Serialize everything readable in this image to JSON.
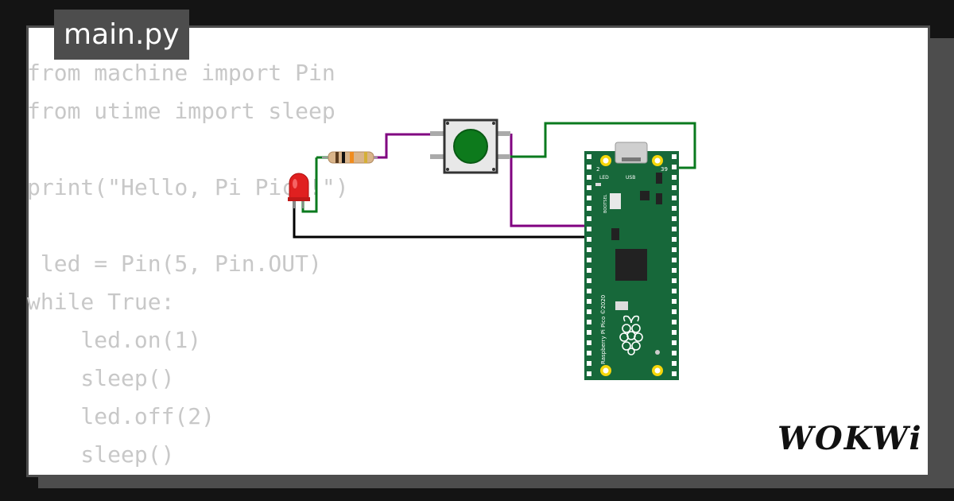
{
  "tab": {
    "filename": "main.py"
  },
  "code": {
    "lines": [
      "from machine import Pin",
      "from utime import sleep",
      "",
      "print(\"Hello, Pi Pico!\")",
      "",
      " led = Pin(5, Pin.OUT)",
      "while True:",
      "    led.on(1)",
      "    sleep()",
      "    led.off(2)",
      "    sleep()"
    ]
  },
  "board": {
    "pin_label_left": "2",
    "pin_label_right": "39",
    "led_label": "LED",
    "usb_label": "USB",
    "bootsel_label": "BOOTSEL",
    "silkscreen": "Raspberry Pi Pico ©2020"
  },
  "colors": {
    "board": "#17683a",
    "wire_purple": "#800080",
    "wire_green": "#0a7a1e",
    "wire_black": "#000000",
    "button_cap": "#0d7a1c",
    "led_red": "#e02020"
  },
  "icons": {
    "led": "red-led-icon",
    "resistor": "resistor-icon",
    "pushbutton": "pushbutton-icon",
    "raspberry": "raspberry-logo-icon"
  },
  "logo": {
    "text": "WOKWi"
  }
}
